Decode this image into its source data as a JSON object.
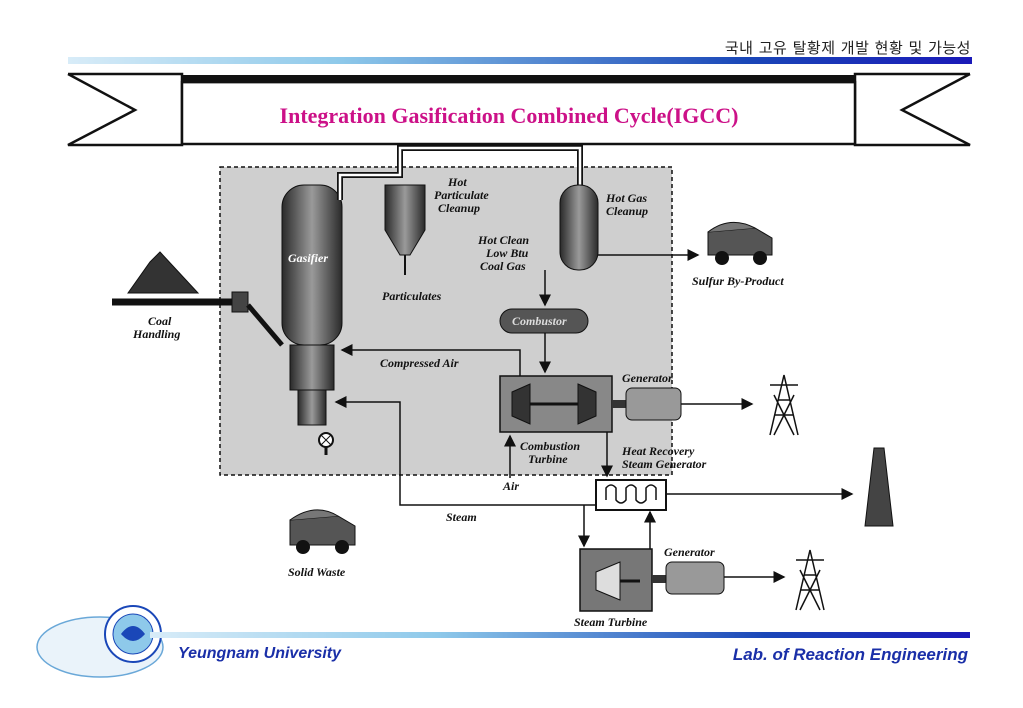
{
  "header": {
    "korean_title": "국내 고유 탈황제 개발 현황 및 가능성"
  },
  "slide": {
    "title": "Integration Gasification Combined Cycle(IGCC)"
  },
  "diagram": {
    "gasifier": "Gasifier",
    "hot_particulate_cleanup": [
      "Hot",
      "Particulate",
      "Cleanup"
    ],
    "hot_gas_cleanup": [
      "Hot Gas",
      "Cleanup"
    ],
    "hot_clean_gas": [
      "Hot Clean",
      "Low Btu",
      "Coal Gas"
    ],
    "particulates": "Particulates",
    "sulfur_by_product": "Sulfur By-Product",
    "coal_handling": [
      "Coal",
      "Handling"
    ],
    "combustor": "Combustor",
    "compressed_air": "Compressed Air",
    "generator_top": "Generator",
    "combustion_turbine": [
      "Combustion",
      "Turbine"
    ],
    "heat_recovery": [
      "Heat Recovery",
      "Steam Generator"
    ],
    "air": "Air",
    "steam": "Steam",
    "solid_waste": "Solid Waste",
    "generator_bottom": "Generator",
    "steam_turbine": "Steam Turbine"
  },
  "footer": {
    "university": "Yeungnam  University",
    "lab": "Lab. of Reaction Engineering"
  },
  "colors": {
    "title": "#cc1188",
    "footer_text": "#1a2fa8",
    "rule_dark": "#1a1ab8",
    "rule_light": "#8ec9ea"
  }
}
